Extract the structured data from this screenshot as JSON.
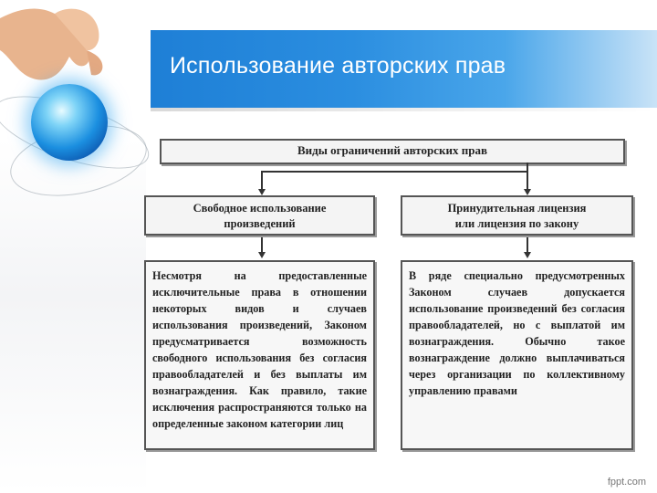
{
  "slide": {
    "title": "Использование авторских прав"
  },
  "diagram": {
    "top_box": "Виды ограничений авторских прав",
    "left_header": [
      "Свободное использование",
      "произведений"
    ],
    "right_header": [
      "Принудительная лицензия",
      "или лицензия по закону"
    ],
    "left_text": "Несмотря на предоставленные исключительные права в отношении некоторых видов и случаев использования произведений, Законом предусматривается возможность свободного использования без согласия правообладателей и без выплаты им вознаграждения. Как правило, такие исключения распространяются только на определенные законом категории лиц",
    "right_text": "В ряде специально предусмотренных Законом случаев допускается использование произведений без согласия правообладателей, но с выплатой им вознаграждения. Обычно такое вознаграждение должно выплачиваться через организации по коллективному управлению правами"
  },
  "footer": {
    "watermark": "fppt.com"
  },
  "colors": {
    "banner": "#2b8ee0",
    "title_text": "#ffffff",
    "box_border": "#555555",
    "globe": "#1b8fe0"
  },
  "icons": {
    "decoration": "hand-globe-icon"
  }
}
